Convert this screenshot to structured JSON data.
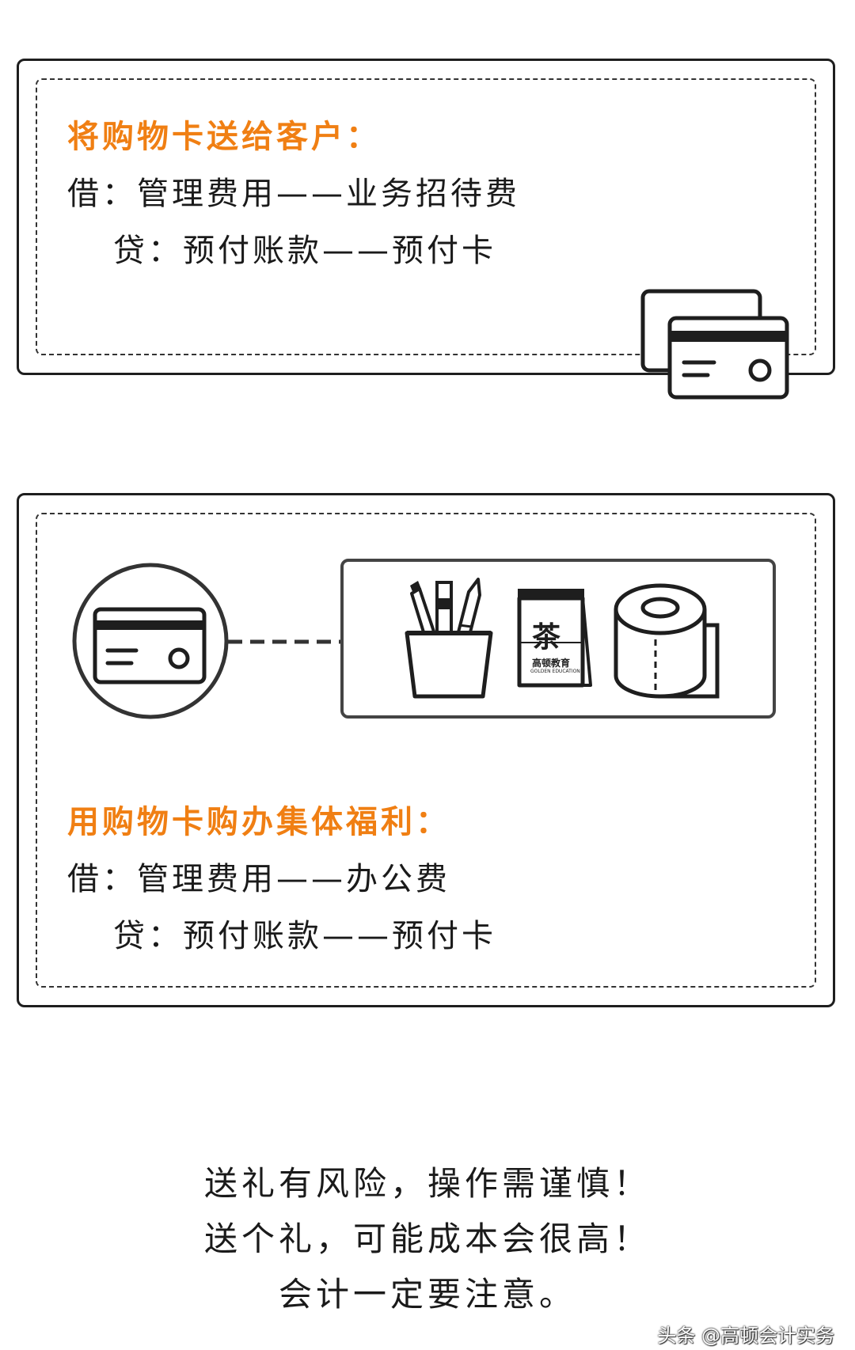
{
  "section_gift": {
    "heading": "将购物卡送给客户：",
    "debit_line": "借：管理费用——业务招待费",
    "credit_line": "贷：预付账款——预付卡"
  },
  "section_welfare": {
    "heading": "用购物卡购办集体福利：",
    "debit_line": "借：管理费用——办公费",
    "credit_line": "贷：预付账款——预付卡",
    "tea_label": "茶",
    "tea_brand": "高顿教育",
    "tea_brand_sub": "GOLDEN EDUCATION"
  },
  "closing": {
    "line1": "送礼有风险，操作需谨慎！",
    "line2": "送个礼，可能成本会很高！",
    "line3": "会计一定要注意。"
  },
  "watermark": "头条 @高顿会计实务",
  "icons": {
    "cards": "credit-cards-icon",
    "card_circle": "credit-card-icon",
    "pen_holder": "pen-holder-icon",
    "tea_bag": "tea-bag-icon",
    "tissue_roll": "tissue-roll-icon"
  },
  "colors": {
    "accent": "#f07f13",
    "text": "#1a1a1a",
    "stroke": "#1e1e1e"
  }
}
